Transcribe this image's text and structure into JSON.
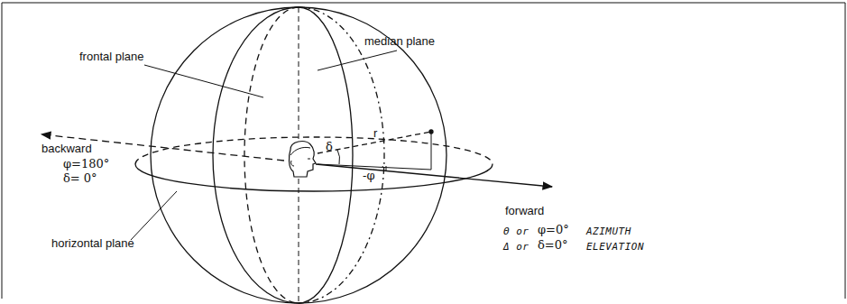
{
  "diagram": {
    "labels": [
      "frontal plane",
      "median plane",
      "backward",
      "φ=180°",
      "δ= 0°",
      "horizontal plane",
      "forward",
      "Θ or",
      "φ=0°",
      "AZIMUTH",
      "Δ or",
      "δ=0°",
      "ELEVATION",
      "δ",
      "r",
      "-φ"
    ]
  }
}
